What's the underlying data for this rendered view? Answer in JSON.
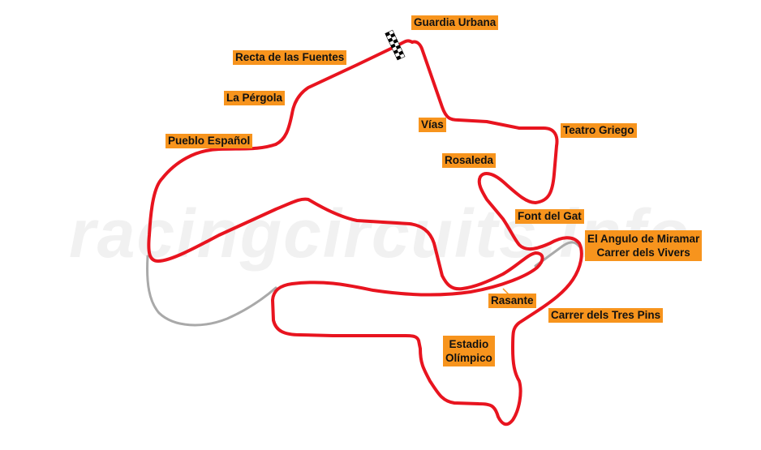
{
  "map": {
    "watermark": "racingcircuits.info",
    "colors": {
      "track_active": "#e8141f",
      "track_unused": "#a9a9a9",
      "label_bg": "#f7941d",
      "label_text": "#111111",
      "background": "#ffffff"
    },
    "icons": {
      "start_finish": "checkered-flag"
    },
    "labels": {
      "guardia_urbana": "Guardia Urbana",
      "recta_fuentes": "Recta de las Fuentes",
      "la_pergola": "La Pérgola",
      "pueblo_espanol": "Pueblo Español",
      "vias": "Vías",
      "teatro_griego": "Teatro Griego",
      "rosaleda": "Rosaleda",
      "font_del_gat": "Font del Gat",
      "angulo_miramar": "El Angulo de Miramar",
      "carrer_vivers": "Carrer dels Vivers",
      "rasante": "Rasante",
      "carrer_tres_pins": "Carrer dels Tres Pins",
      "estadio_line1": "Estadio",
      "estadio_line2": "Olímpico"
    }
  }
}
